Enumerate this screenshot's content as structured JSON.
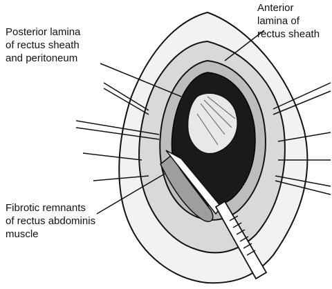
{
  "labels": {
    "posterior_lamina": [
      "Posterior lamina",
      "of rectus sheath",
      "and peritoneum"
    ],
    "anterior_lamina": [
      "Anterior",
      "lamina of",
      "rectus sheath"
    ],
    "fibrotic_remnants": [
      "Fibrotic remnants",
      "of rectus abdominis",
      "muscle"
    ]
  }
}
